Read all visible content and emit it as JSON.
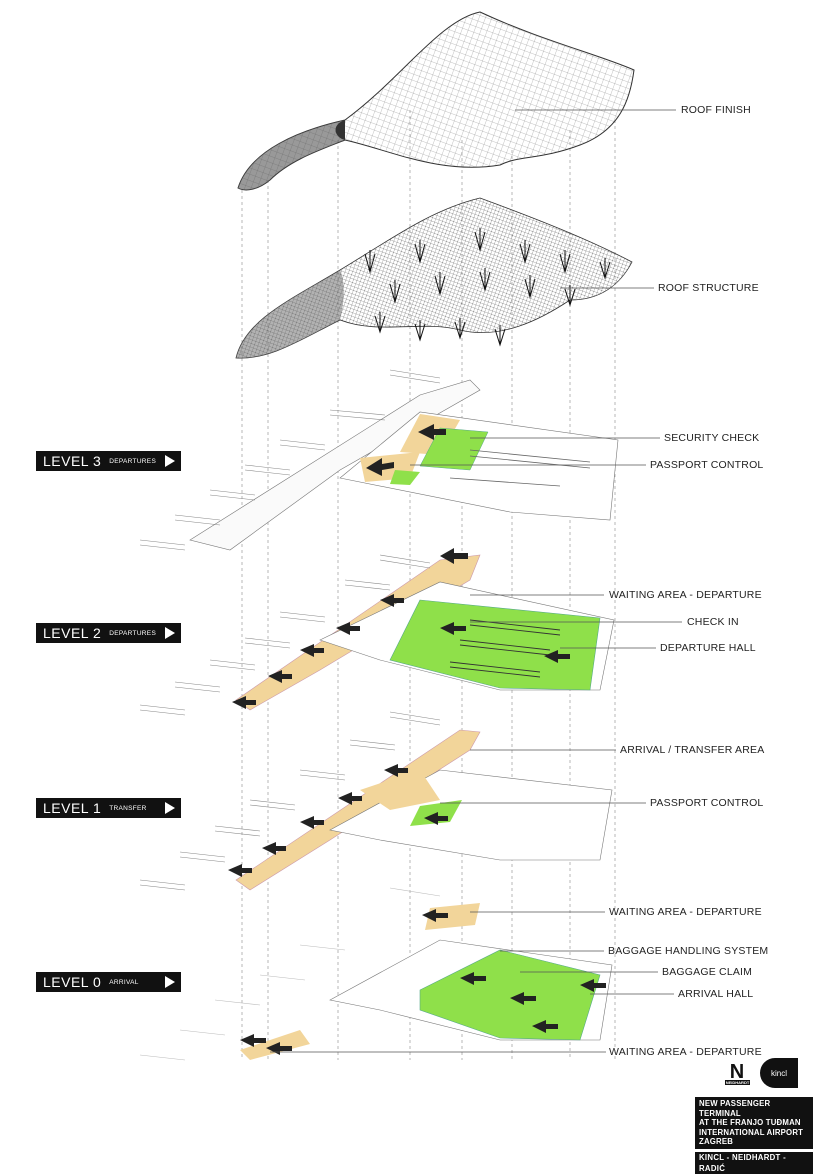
{
  "labels": {
    "roof_finish": "ROOF FINISH",
    "roof_structure": "ROOF STRUCTURE",
    "security_check": "SECURITY CHECK",
    "passport_control_l3": "PASSPORT CONTROL",
    "waiting_departure_l2": "WAITING AREA - DEPARTURE",
    "check_in": "CHECK IN",
    "departure_hall": "DEPARTURE HALL",
    "arrival_transfer": "ARRIVAL / TRANSFER AREA",
    "passport_control_l1": "PASSPORT CONTROL",
    "waiting_departure_l0a": "WAITING AREA - DEPARTURE",
    "baggage_handling": "BAGGAGE HANDLING SYSTEM",
    "baggage_claim": "BAGGAGE CLAIM",
    "arrival_hall": "ARRIVAL HALL",
    "waiting_departure_l0b": "WAITING AREA - DEPARTURE"
  },
  "levels": [
    {
      "main": "LEVEL 3",
      "sub": "DEPARTURES"
    },
    {
      "main": "LEVEL 2",
      "sub": "DEPARTURES"
    },
    {
      "main": "LEVEL 1",
      "sub": "TRANSFER"
    },
    {
      "main": "LEVEL 0",
      "sub": "ARRIVAL"
    }
  ],
  "title_block": {
    "line1": "NEW PASSENGER TERMINAL",
    "line2": "AT THE FRANJO TUĐMAN",
    "line3": "INTERNATIONAL AIRPORT ZAGREB",
    "authors": "KINCL - NEIDHARDT - RADIĆ"
  },
  "logos": {
    "neidhardt_letter": "N",
    "neidhardt_word": "NEIDHARDT",
    "kincl": "kincl"
  },
  "colors": {
    "green": "#8fe04a",
    "tan": "#f2d59a",
    "arrow": "#222222",
    "line": "#555555"
  }
}
